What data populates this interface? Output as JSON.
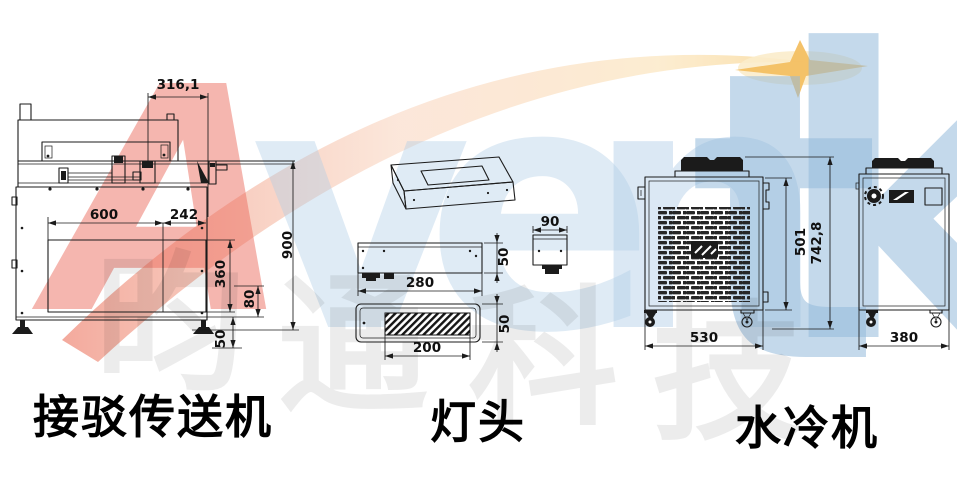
{
  "watermark": {
    "brand_letters": [
      "A",
      "v",
      "e",
      "n",
      "t",
      "k"
    ],
    "cn_chars": [
      "昀",
      "通",
      "科",
      "技"
    ],
    "colors": {
      "brand_red": "#eb6e5f",
      "brand_blue": "#93b9da",
      "arc_salmon": "#ee8573",
      "arc_gold": "#f8d794",
      "sparkle_gold": "#f3bf62",
      "cn_gray": "#ebebeb"
    }
  },
  "drawings": {
    "conveyor": {
      "caption": "接驳传送机",
      "dims": {
        "top_width": "316,1",
        "belt_width": "600",
        "right_width": "242",
        "total_height": "900",
        "panel_height": "360",
        "foot_gap": "80",
        "foot_height": "50"
      }
    },
    "lamp": {
      "caption": "灯头",
      "dims": {
        "front_length": "280",
        "front_height": "50",
        "end_width": "90",
        "window_length": "200",
        "window_height": "50"
      }
    },
    "chiller": {
      "caption": "水冷机",
      "dims": {
        "body_height": "501",
        "total_height": "742,8",
        "front_width": "530",
        "side_width": "380"
      }
    }
  }
}
